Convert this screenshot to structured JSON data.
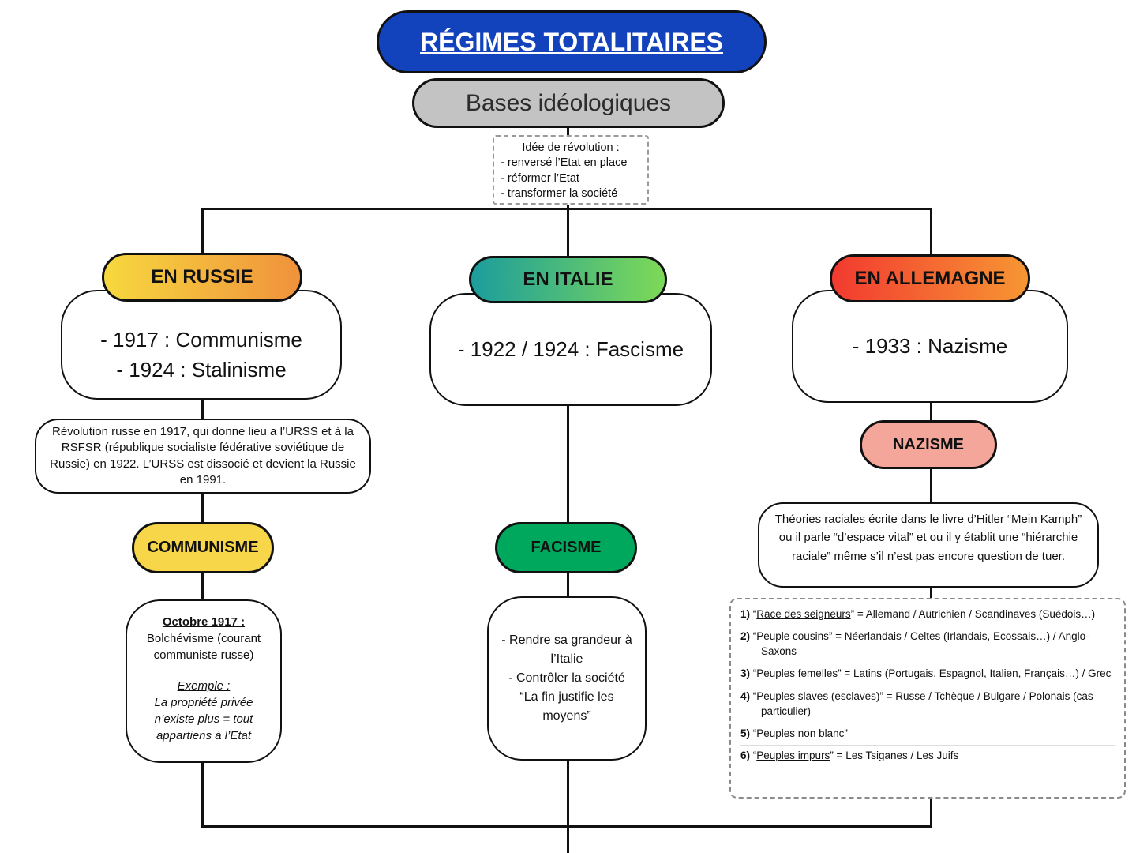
{
  "title": "RÉGIMES TOTALITAIRES",
  "subtitle": "Bases idéologiques",
  "revolution": {
    "title": "Idée de révolution :",
    "items": [
      "- renversé l’Etat en place",
      "- réformer l’Etat",
      "- transformer la société"
    ]
  },
  "russia": {
    "header": "EN RUSSIE",
    "dates": [
      "- 1917 : Communisme",
      "- 1924 : Stalinisme"
    ],
    "note": "Révolution russe en 1917, qui donne lieu a l’URSS et à la RSFSR (république socialiste fédérative soviétique de Russie) en 1922. L’URSS est dissocié et devient la Russie en 1991.",
    "pill": "COMMUNISME",
    "detail": {
      "heading": "Octobre 1917 :",
      "body": "Bolchévisme (courant communiste russe)",
      "example_label": "Exemple :",
      "example_text": "La propriété privée n’existe plus = tout appartiens à l’Etat"
    }
  },
  "italy": {
    "header": "EN ITALIE",
    "dates": [
      "- 1922 / 1924 : Fascisme"
    ],
    "pill": "FACISME",
    "detail_lines": [
      "- Rendre sa grandeur à l’Italie",
      "- Contrôler la société",
      "“La fin justifie les moyens”"
    ]
  },
  "germany": {
    "header": "EN ALLEMAGNE",
    "dates": [
      "- 1933 : Nazisme"
    ],
    "pill": "NAZISME",
    "theory": {
      "seg1": "Théories raciales",
      "seg2": " écrite dans le livre d’Hitler “",
      "seg3": "Mein Kamph",
      "seg4": "” ou il parle “d’espace vital” et ou il y établit une “hiérarchie raciale” même s’il n’est pas encore question de tuer."
    },
    "races": [
      {
        "num": "1)",
        "pre": " “",
        "term": "Race des seigneurs",
        "rest": "” = Allemand / Autrichien / Scandinaves (Suédois…)"
      },
      {
        "num": "2)",
        "pre": " “",
        "term": "Peuple cousins",
        "rest": "” = Néerlandais / Celtes (Irlandais, Ecossais…) / Anglo-Saxons"
      },
      {
        "num": "3)",
        "pre": " “",
        "term": "Peuples femelles",
        "rest": "” = Latins (Portugais, Espagnol, Italien, Français…) / Grec"
      },
      {
        "num": "4)",
        "pre": " “",
        "term": "Peuples slaves",
        "rest": " (esclaves)” = Russe / Tchèque / Bulgare / Polonais (cas particulier)"
      },
      {
        "num": "5)",
        "pre": " “",
        "term": "Peuples non blanc",
        "rest": "”"
      },
      {
        "num": "6)",
        "pre": " “",
        "term": "Peuples impurs",
        "rest": "” = Les Tsiganes / Les Juifs"
      }
    ]
  },
  "colors": {
    "title_bg": "#1243bd",
    "subtitle_bg": "#c3c3c3",
    "russia_g1": "#f7d83e",
    "russia_g2": "#f0923c",
    "italy_g1": "#1c9d9d",
    "italy_g2": "#7ed957",
    "germany_g1": "#f23a30",
    "germany_g2": "#f79633",
    "communisme": "#f7d64a",
    "facisme": "#00a85d",
    "nazisme": "#f4a69b"
  }
}
